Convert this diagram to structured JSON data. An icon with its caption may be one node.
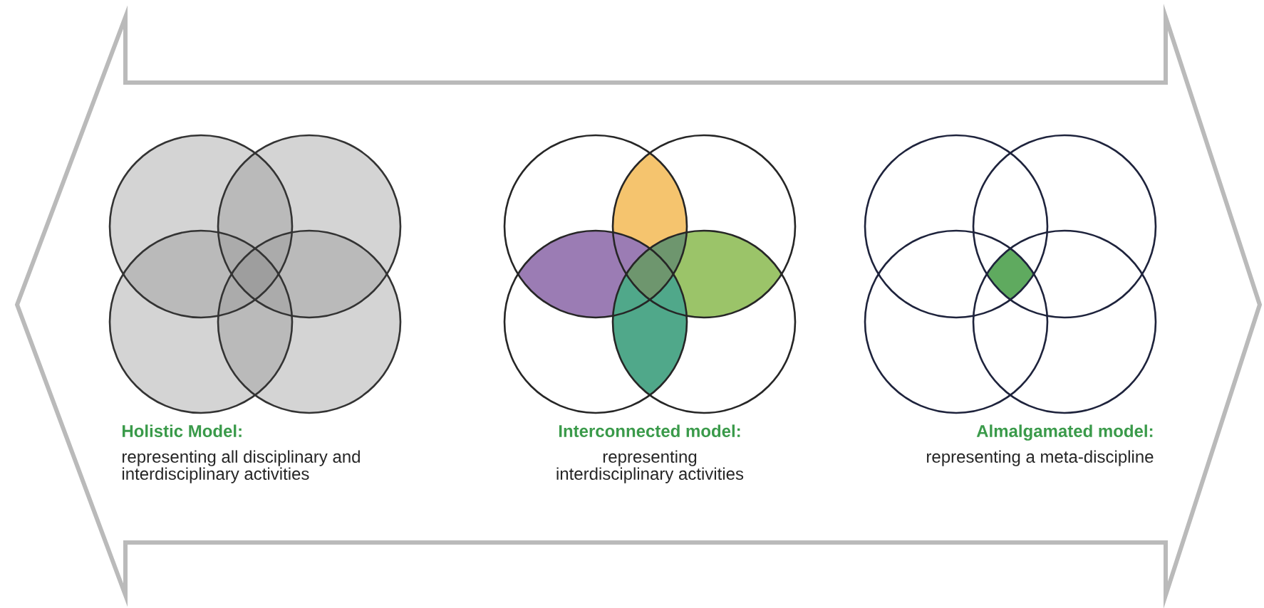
{
  "diagram": {
    "labels": [
      "Holistic Model:",
      "representing all disciplinary and interdisciplinary activities",
      "Interconnected model:",
      "representing interdisciplinary activities",
      "Almalgamated model:",
      "representing a meta-discipline"
    ]
  }
}
